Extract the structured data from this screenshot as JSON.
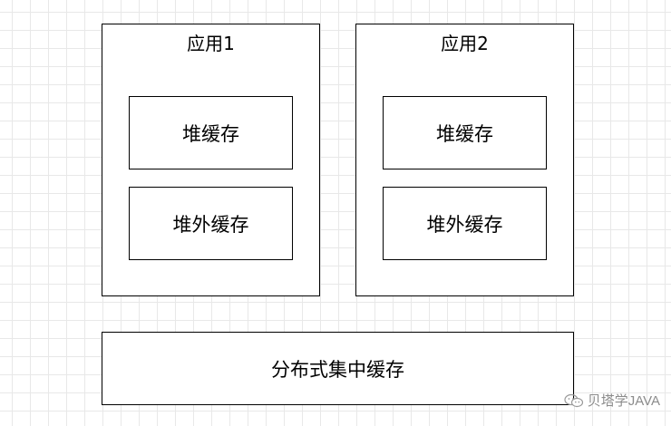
{
  "app1": {
    "title": "应用1",
    "heap_cache": "堆缓存",
    "offheap_cache": "堆外缓存"
  },
  "app2": {
    "title": "应用2",
    "heap_cache": "堆缓存",
    "offheap_cache": "堆外缓存"
  },
  "distributed_cache": "分布式集中缓存",
  "watermark": {
    "icon": "wechat-icon",
    "text": "贝塔学JAVA"
  }
}
